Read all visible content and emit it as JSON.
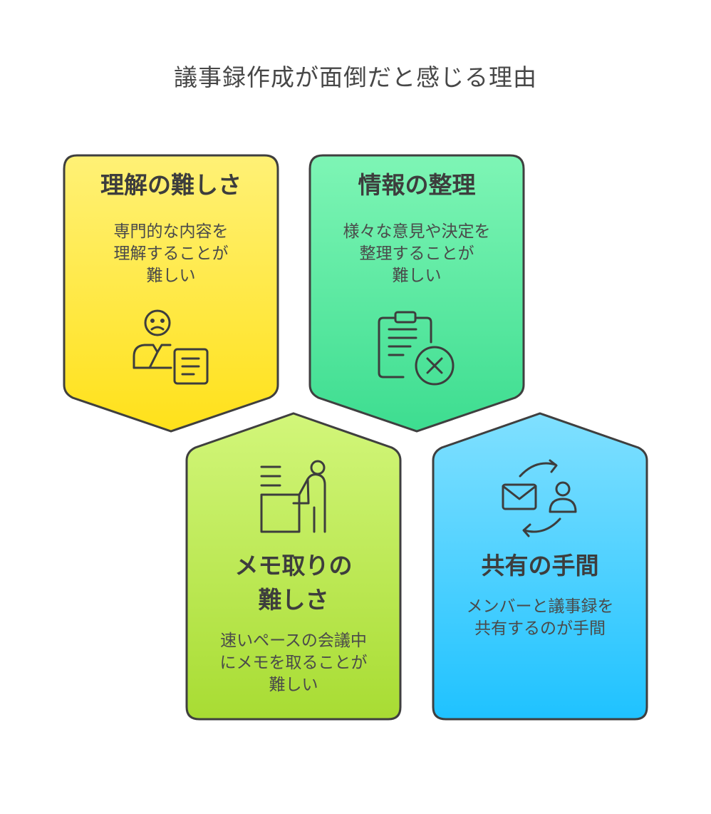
{
  "title": "議事録作成が面倒だと感じる理由",
  "cards": [
    {
      "heading": "理解の難しさ",
      "desc": "専門的な内容を\n理解することが\n難しい",
      "icon": "confused-person-document-icon",
      "color_top": "#fff176",
      "color_bottom": "#ffe11a"
    },
    {
      "heading": "情報の整理",
      "desc": "様々な意見や決定を\n整理することが\n難しい",
      "icon": "clipboard-x-icon",
      "color_top": "#7ef5b5",
      "color_bottom": "#3ddd90"
    },
    {
      "heading": "メモ取りの\n難しさ",
      "desc": "速いペースの会議中\nにメモを取ることが\n難しい",
      "icon": "person-writing-desk-icon",
      "color_top": "#d2f67a",
      "color_bottom": "#a8dc33"
    },
    {
      "heading": "共有の手間",
      "desc": "メンバーと議事録を\n共有するのが手間",
      "icon": "mail-sync-person-icon",
      "color_top": "#80e0ff",
      "color_bottom": "#1fc2ff"
    }
  ]
}
